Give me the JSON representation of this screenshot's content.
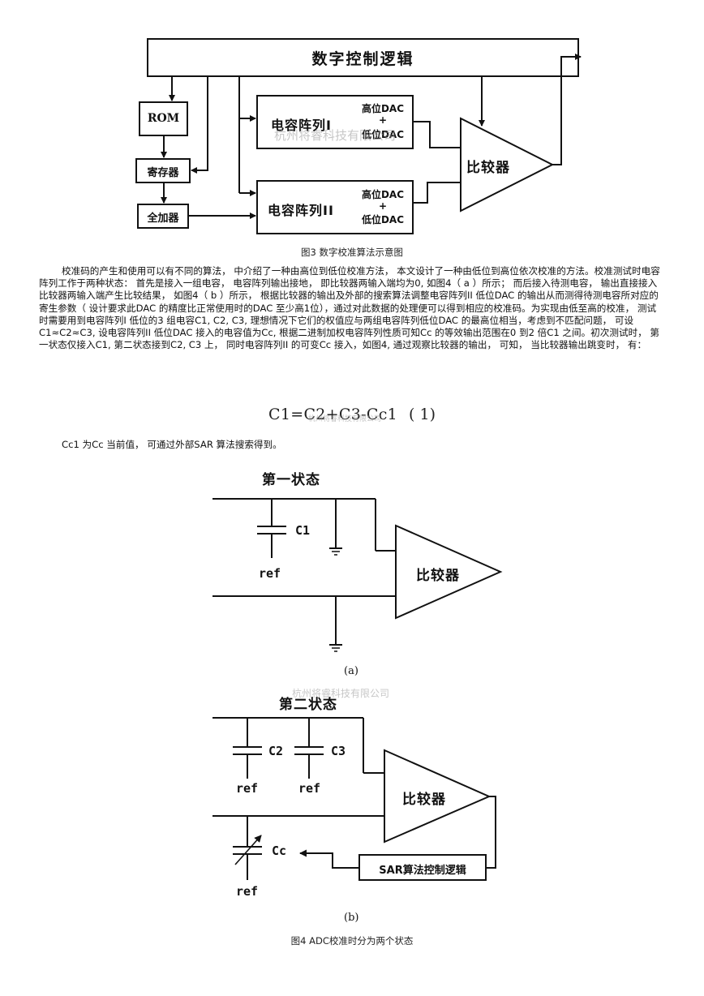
{
  "fig3": {
    "top_block": "数字控制逻辑",
    "rom": "ROM",
    "register": "寄存器",
    "adder": "全加器",
    "array1": "电容阵列I",
    "array2": "电容阵列II",
    "dac_high": "高位DAC",
    "dac_plus": "+",
    "dac_low": "低位DAC",
    "comparator": "比较器",
    "caption": "图3 数字校准算法示意图"
  },
  "watermark": "杭州将睿科技有限公司",
  "paragraph1": "校准码的产生和使用可以有不同的算法， 中介绍了一种由高位到低位校准方法， 本文设计了一种由低位到高位依次校准的方法。校准测试时电容阵列工作于两种状态： 首先是接入一组电容， 电容阵列输出接地， 即比较器两输入端均为0, 如图4（ a ）所示； 而后接入待测电容， 输出直接接入比较器两输入端产生比较结果， 如图4（ b ）所示， 根据比较器的输出及外部的搜索算法调整电容阵列II 低位DAC 的输出从而测得待测电容所对应的寄生参数（ 设计要求此DAC 的精度比正常使用时的DAC 至少高1位），通过对此数据的处理便可以得到相应的校准码。为实现由低至高的校准， 测试时需要用到电容阵列I 低位的3 组电容C1, C2, C3, 理想情况下它们的权值应与两组电容阵列低位DAC 的最高位相当，考虑到不匹配问题， 可设C1≈C2≈C3, 设电容阵列II 低位DAC 接入的电容值为Cc, 根据二进制加权电容阵列性质可知Cc 的等效输出范围在0 到2 倍C1 之间。初次测试时， 第一状态仅接入C1, 第二状态接到C2, C3 上， 同时电容阵列II 的可变Cc 接入，如图4, 通过观察比较器的输出， 可知， 当比较器输出跳变时， 有：",
  "formula": {
    "equation": "C1=C2+C3-Cc1",
    "number": "( 1)"
  },
  "paragraph2": "Cc1 为Cc 当前值， 可通过外部SAR 算法搜索得到。",
  "fig4a": {
    "title": "第一状态",
    "c1": "C1",
    "ref": "ref",
    "comparator": "比较器",
    "label": "(a)"
  },
  "fig4b": {
    "title": "第二状态",
    "c2": "C2",
    "c3": "C3",
    "ref": "ref",
    "cc": "Cc",
    "comparator": "比较器",
    "sar": "SAR算法控制逻辑",
    "label": "(b)"
  },
  "fig4_caption": "图4 ADC校准时分为两个状态"
}
